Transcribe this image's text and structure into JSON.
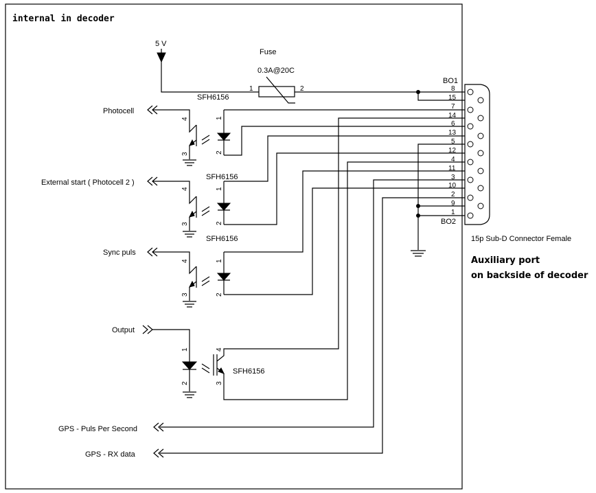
{
  "title": "internal in decoder",
  "supply": "5 V",
  "fuse": {
    "name": "Fuse",
    "rating": "0.3A@20C",
    "pin1": "1",
    "pin2": "2"
  },
  "optos": [
    {
      "name": "SFH6156",
      "input": "Photocell"
    },
    {
      "name": "SFH6156",
      "input": "External start ( Photocell 2 )"
    },
    {
      "name": "SFH6156",
      "input": "Sync puls"
    },
    {
      "name": "SFH6156",
      "input": "Output"
    }
  ],
  "opto_pins": [
    "1",
    "2",
    "3",
    "4"
  ],
  "gps": {
    "pps": "GPS - Puls Per Second",
    "rx": "GPS - RX data"
  },
  "connector": {
    "top_label": "BO1",
    "bottom_label": "BO2",
    "pins": [
      "8",
      "15",
      "7",
      "14",
      "6",
      "13",
      "5",
      "12",
      "4",
      "11",
      "3",
      "10",
      "2",
      "9",
      "1"
    ],
    "description": "15p Sub-D Connector Female"
  },
  "caption": {
    "line1": "Auxiliary port",
    "line2": "on backside of decoder"
  }
}
